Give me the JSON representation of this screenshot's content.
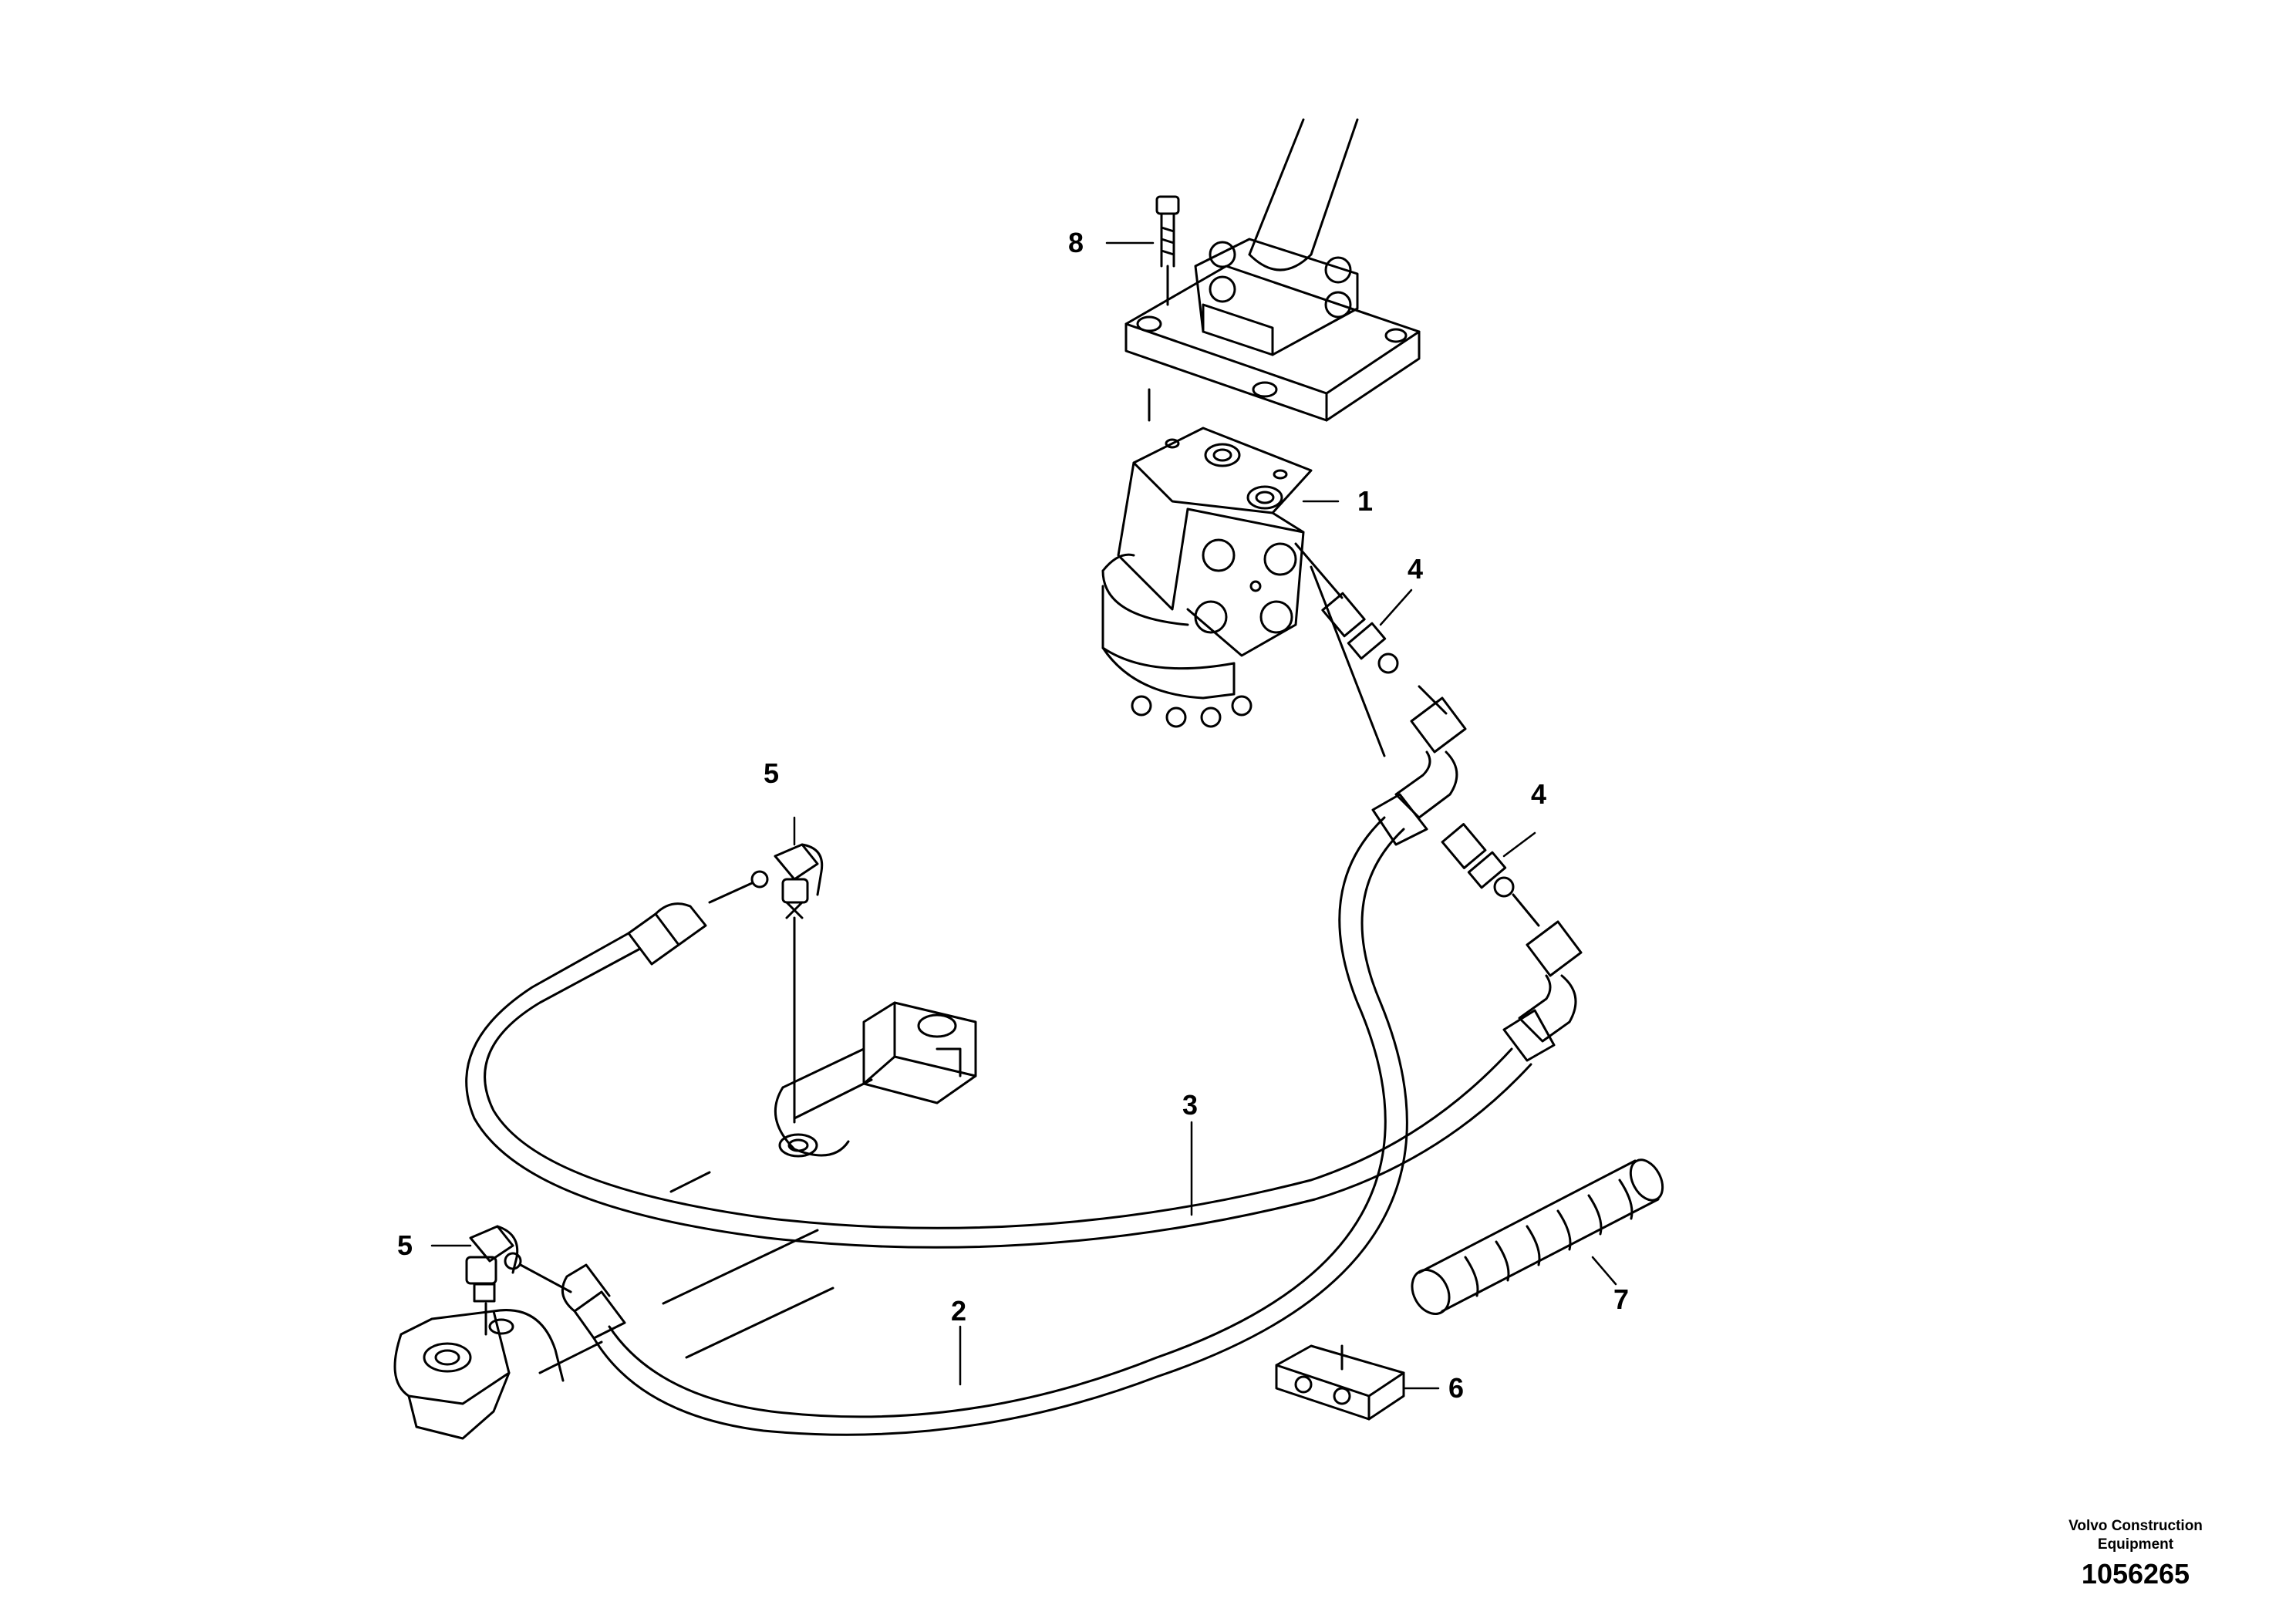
{
  "diagram": {
    "labels": [
      "1",
      "2",
      "3",
      "4",
      "4",
      "5",
      "5",
      "6",
      "7",
      "8"
    ]
  },
  "footer": {
    "company": "Volvo Construction Equipment",
    "number": "1056265"
  }
}
